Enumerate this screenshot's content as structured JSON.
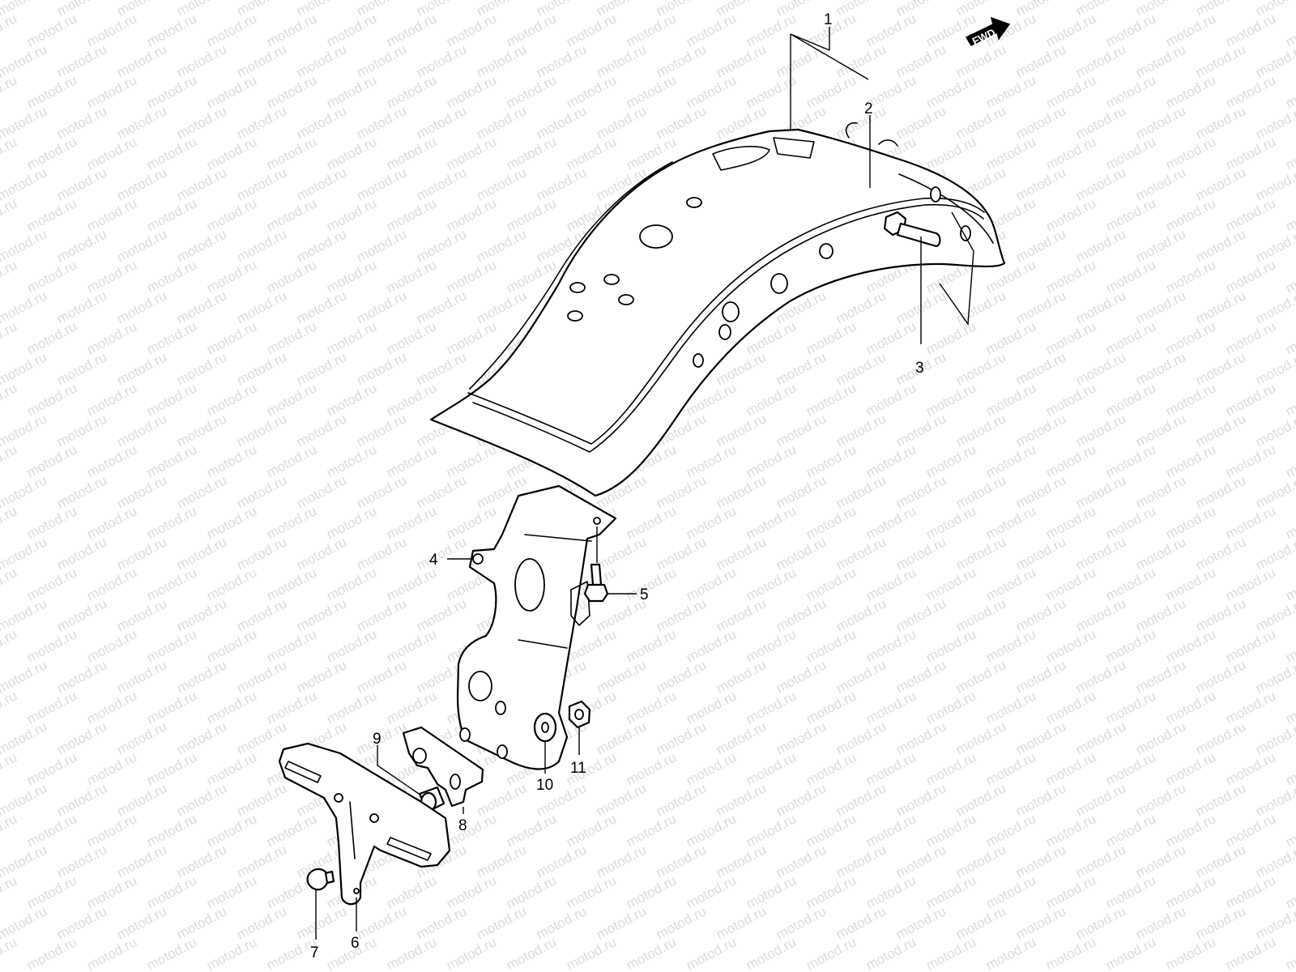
{
  "watermark": {
    "text": "motod.ru",
    "color": "#dcdcdc"
  },
  "direction_badge": {
    "label": "FWD",
    "icon": "forward-arrow-icon"
  },
  "callouts": [
    "1",
    "2",
    "3",
    "4",
    "5",
    "6",
    "7",
    "8",
    "9",
    "10",
    "11"
  ],
  "colors": {
    "line": "#000000",
    "background": "#ffffff"
  }
}
